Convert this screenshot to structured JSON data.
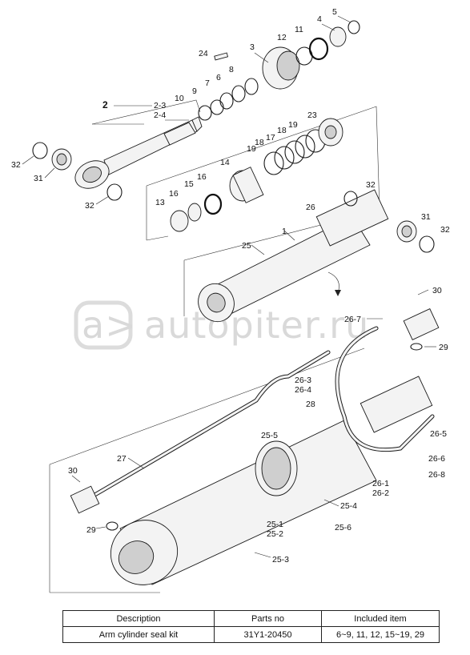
{
  "watermark": {
    "text": "autopiter.ru",
    "badge": "a>"
  },
  "callouts": [
    {
      "id": "c-2",
      "text": "2"
    },
    {
      "id": "c-2-3",
      "text": "2-3"
    },
    {
      "id": "c-2-4",
      "text": "2-4"
    },
    {
      "id": "c-3",
      "text": "3"
    },
    {
      "id": "c-4",
      "text": "4"
    },
    {
      "id": "c-5",
      "text": "5"
    },
    {
      "id": "c-6",
      "text": "6"
    },
    {
      "id": "c-7",
      "text": "7"
    },
    {
      "id": "c-8",
      "text": "8"
    },
    {
      "id": "c-9",
      "text": "9"
    },
    {
      "id": "c-10",
      "text": "10"
    },
    {
      "id": "c-11",
      "text": "11"
    },
    {
      "id": "c-12",
      "text": "12"
    },
    {
      "id": "c-24",
      "text": "24"
    },
    {
      "id": "c-32a",
      "text": "32"
    },
    {
      "id": "c-31a",
      "text": "31"
    },
    {
      "id": "c-32b",
      "text": "32"
    },
    {
      "id": "c-23",
      "text": "23"
    },
    {
      "id": "c-19a",
      "text": "19"
    },
    {
      "id": "c-18a",
      "text": "18"
    },
    {
      "id": "c-17",
      "text": "17"
    },
    {
      "id": "c-18b",
      "text": "18"
    },
    {
      "id": "c-19b",
      "text": "19"
    },
    {
      "id": "c-14",
      "text": "14"
    },
    {
      "id": "c-16a",
      "text": "16"
    },
    {
      "id": "c-15",
      "text": "15"
    },
    {
      "id": "c-16b",
      "text": "16"
    },
    {
      "id": "c-13",
      "text": "13"
    },
    {
      "id": "c-32c",
      "text": "32"
    },
    {
      "id": "c-26",
      "text": "26"
    },
    {
      "id": "c-31b",
      "text": "31"
    },
    {
      "id": "c-32d",
      "text": "32"
    },
    {
      "id": "c-1",
      "text": "1"
    },
    {
      "id": "c-25",
      "text": "25"
    },
    {
      "id": "c-30a",
      "text": "30"
    },
    {
      "id": "c-26-7",
      "text": "26-7"
    },
    {
      "id": "c-29a",
      "text": "29"
    },
    {
      "id": "c-26-3",
      "text": "26-3"
    },
    {
      "id": "c-26-4",
      "text": "26-4"
    },
    {
      "id": "c-28",
      "text": "28"
    },
    {
      "id": "c-27",
      "text": "27"
    },
    {
      "id": "c-25-5",
      "text": "25-5"
    },
    {
      "id": "c-26-5",
      "text": "26-5"
    },
    {
      "id": "c-26-6",
      "text": "26-6"
    },
    {
      "id": "c-26-8",
      "text": "26-8"
    },
    {
      "id": "c-30b",
      "text": "30"
    },
    {
      "id": "c-26-1",
      "text": "26-1"
    },
    {
      "id": "c-26-2",
      "text": "26-2"
    },
    {
      "id": "c-25-4",
      "text": "25-4"
    },
    {
      "id": "c-29b",
      "text": "29"
    },
    {
      "id": "c-25-1",
      "text": "25-1"
    },
    {
      "id": "c-25-2",
      "text": "25-2"
    },
    {
      "id": "c-25-6",
      "text": "25-6"
    },
    {
      "id": "c-25-3",
      "text": "25-3"
    }
  ],
  "table": {
    "headers": [
      "Description",
      "Parts no",
      "Included item"
    ],
    "rows": [
      [
        "Arm cylinder seal kit",
        "31Y1-20450",
        "6~9, 11, 12, 15~19, 29"
      ]
    ]
  }
}
